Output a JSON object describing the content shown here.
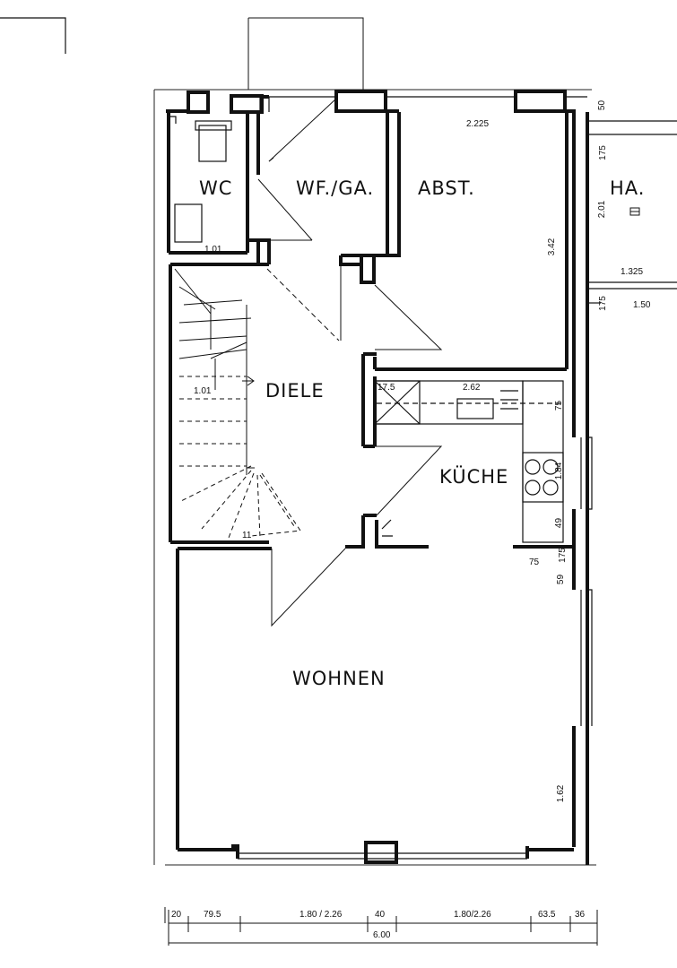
{
  "rooms": {
    "wc": "WC",
    "wf_ga": "WF./GA.",
    "abst": "ABST.",
    "ha": "HA.",
    "diele": "DIELE",
    "kueche": "KÜCHE",
    "wohnen": "WOHNEN"
  },
  "dimensions": {
    "abst_width": "2.225",
    "abst_height": "3.42",
    "ha_width": "1.325",
    "ha_height": "2.01",
    "ha_right": "1.50",
    "side_top": "50",
    "side_mid": "175",
    "side_low": "175",
    "wc_width": "1.01",
    "stair_width": "1.01",
    "kitchen_width": "2.62",
    "kitchen_left": "17.5",
    "kitchen_depth": "75",
    "kitchen_side": "1.84",
    "kitchen_low": "49",
    "kitchen_bottom": "75",
    "kitchen_corner": "175",
    "wall_59": "59",
    "stair_mark": "11",
    "wohnen_side": "1.62",
    "bottom_20": "20",
    "bottom_795": "79.5",
    "bottom_window1": "1.80 / 2.26",
    "bottom_40": "40",
    "bottom_window2": "1.80/2.26",
    "bottom_635": "63.5",
    "bottom_36": "36",
    "total_width": "6.00"
  }
}
